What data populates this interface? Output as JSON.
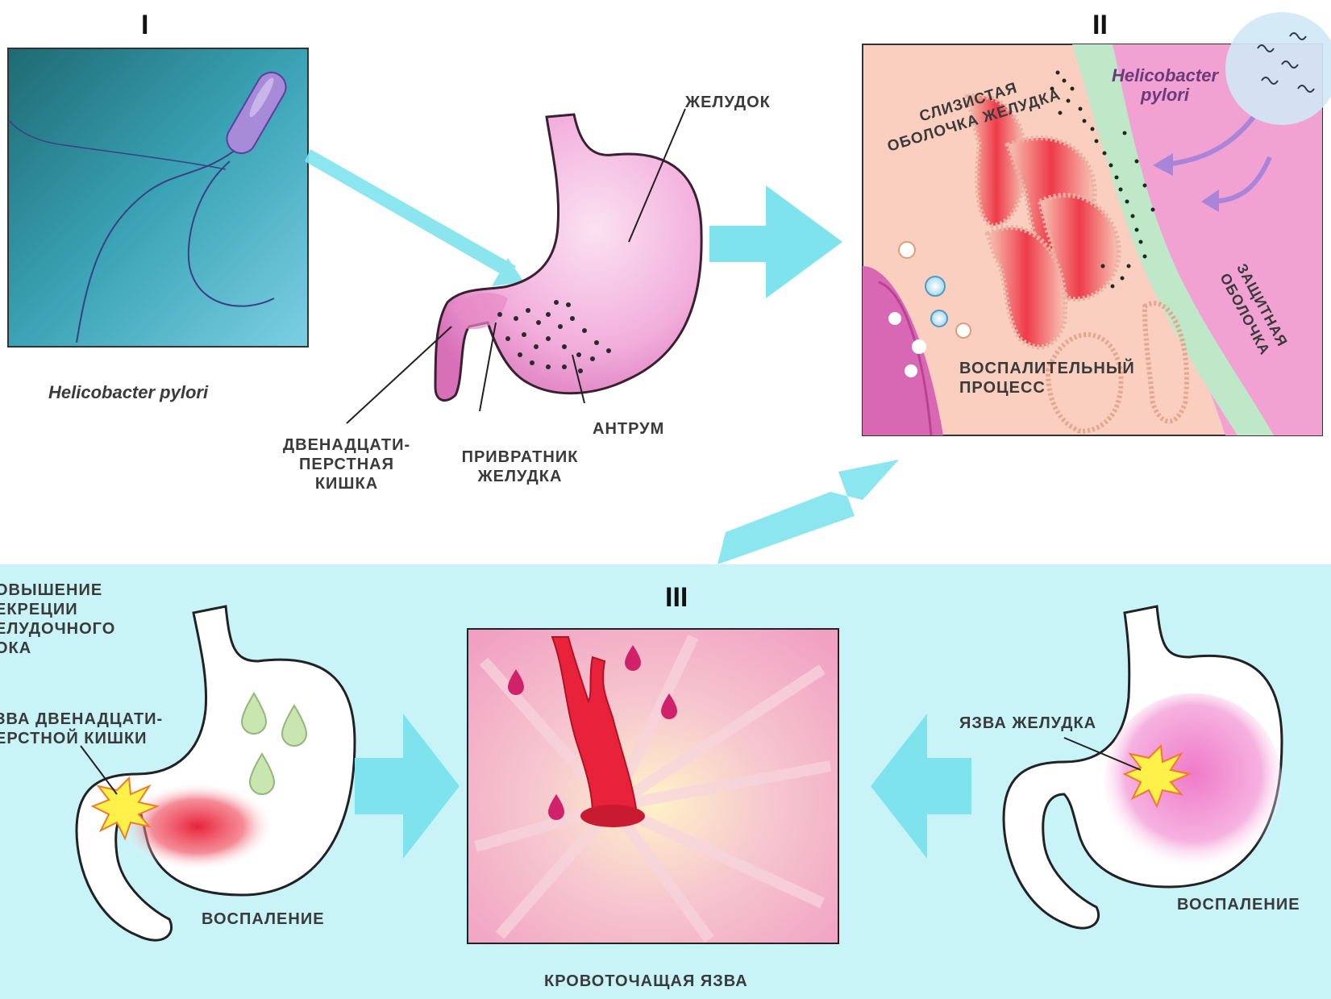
{
  "stage_numerals": {
    "stage1": "I",
    "stage2": "II",
    "stage3": "III"
  },
  "stage1": {
    "bacterium_caption": "Helicobacter pylori",
    "stomach": {
      "stomach_label": "ЖЕЛУДОК",
      "antrum_label": "АНТРУМ",
      "duodenum_label": [
        "ДВЕНАДЦАТИ-",
        "ПЕРСТНАЯ",
        "КИШКА"
      ],
      "pylorus_label": [
        "ПРИВРАТНИК",
        "ЖЕЛУДКА"
      ]
    }
  },
  "stage2": {
    "mucosa_label": [
      "СЛИЗИСТАЯ",
      "ОБОЛОЧКА ЖЕЛУДКА"
    ],
    "bacteria_label": [
      "Helicobacter",
      "pylori"
    ],
    "protective_label": [
      "ЗАЩИТНАЯ",
      "ОБОЛОЧКА"
    ],
    "inflammation_label": [
      "ВОСПАЛИТЕЛЬНЫЙ",
      "ПРОЦЕСС"
    ]
  },
  "stage3": {
    "left_secretion_label": [
      "ОВЫШЕНИЕ",
      "ЕКРЕЦИИ",
      "ЕЛУДОЧНОГО",
      "ОКА"
    ],
    "left_ulcer_label": [
      "ЗВА ДВЕНАДЦАТИ-",
      "ЕРСТНОЙ КИШКИ"
    ],
    "left_inflammation_label": "ВОСПАЛЕНИЕ",
    "bleeding_ulcer_label": "КРОВОТОЧАЩАЯ ЯЗВА",
    "right_ulcer_label": "ЯЗВА ЖЕЛУДКА",
    "right_inflammation_label": "ВОСПАЛЕНИЕ"
  },
  "colors": {
    "arrow": "#7fe3ee",
    "bottom_panel": "#c8f4f8",
    "stomach_pink": "#f0a3d6",
    "inflammation_red": "#e8223a",
    "mucosa_green": "#bfe8c8",
    "bacterium_violet": "#a78ad8"
  }
}
